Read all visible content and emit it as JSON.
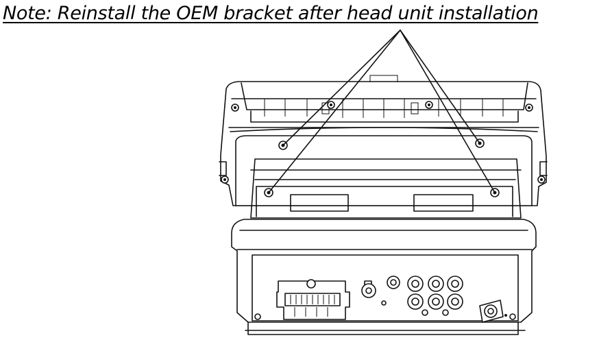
{
  "note": {
    "text": "Note: Reinstall the OEM bracket after head unit installation"
  },
  "diagram": {
    "subject": "head unit rear view with OEM bracket",
    "callout_count": 4,
    "line_color": "#111111",
    "background": "#ffffff"
  }
}
